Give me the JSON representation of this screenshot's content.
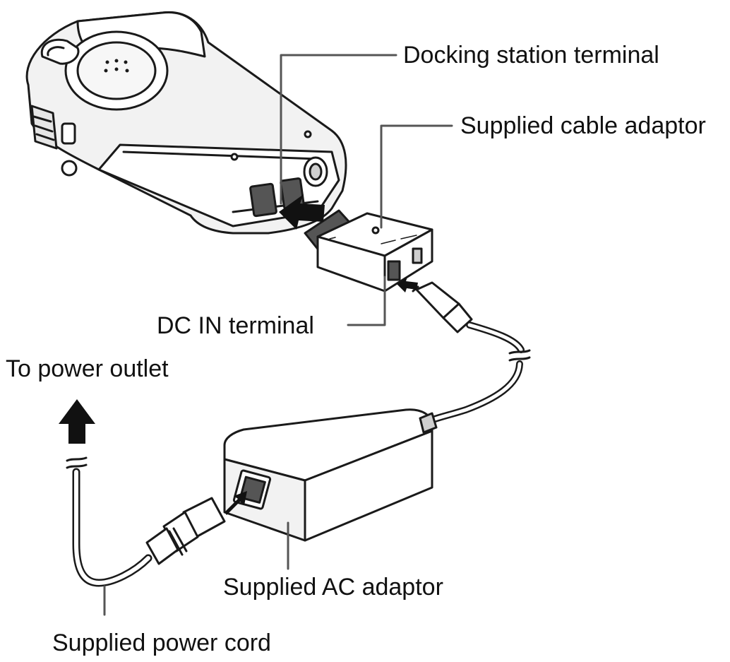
{
  "labels": {
    "docking_station_terminal": "Docking station terminal",
    "supplied_cable_adaptor": "Supplied cable adaptor",
    "dc_in_terminal": "DC IN terminal",
    "to_power_outlet": "To power outlet",
    "supplied_ac_adaptor": "Supplied AC adaptor",
    "supplied_power_cord": "Supplied power cord"
  },
  "colors": {
    "stroke": "#1a1a1a",
    "fill_light": "#f2f2f2",
    "fill_mid": "#cfcfcf",
    "fill_dark": "#555555",
    "arrow": "#111111",
    "leader": "#555555"
  }
}
